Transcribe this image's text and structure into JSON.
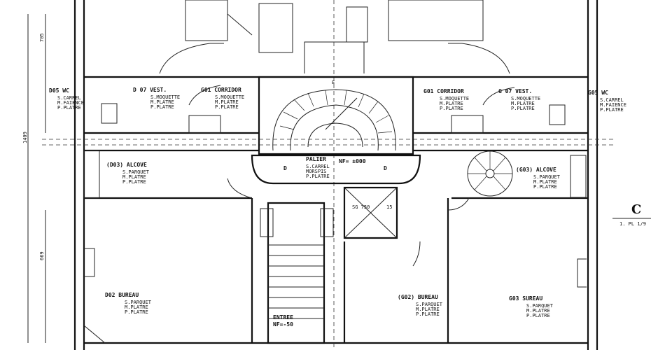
{
  "plan": {
    "rooms": {
      "d05_wc": {
        "title": "D05 WC",
        "lines": [
          "S.CARREL",
          "M.FAIENCE",
          "P.PLATRE"
        ]
      },
      "d07_vest": {
        "title": "D 07  VEST.",
        "lines": [
          "S.MOQUETTE",
          "M.PLATRE",
          "P.PLATRE"
        ]
      },
      "g01_corridor_left": {
        "title": "G01  CORRIDOR",
        "lines": [
          "S.MOQUETTE",
          "M.PLATRE",
          "P.PLATRE"
        ]
      },
      "g01_corridor_right": {
        "title": "G01  CORRIDOR",
        "lines": [
          "S.MOQUETTE",
          "M.PLATRE",
          "P.PLATRE"
        ]
      },
      "g07_vest": {
        "title": "G 07  VEST.",
        "lines": [
          "S.MOQUETTE",
          "M.PLATRE",
          "P.PLATRE"
        ]
      },
      "g05_wc": {
        "title": "G05 WC",
        "lines": [
          "S.CARREL",
          "M.FAIENCE",
          "P.PLATRE"
        ]
      },
      "d03_alcove": {
        "title": "(D03) ALCOVE",
        "lines": [
          "S.PARQUET",
          "M.PLATRE",
          "P.PLATRE"
        ]
      },
      "g03_alcove": {
        "title": "(G03) ALCOVE",
        "lines": [
          "S.PARQUET",
          "M.PLATRE",
          "P.PLATRE"
        ]
      },
      "palier": {
        "title": "PALIER",
        "lines": [
          "S.CARREL",
          "MORSPIS",
          "P.PLATRE"
        ],
        "level": "NF= ±000"
      },
      "d02_bureau": {
        "title": "D02  BUREAU",
        "lines": [
          "S.PARQUET",
          "M.PLATRE",
          "P.PLATRE"
        ]
      },
      "g02_bureau": {
        "title": "(G02) BUREAU",
        "lines": [
          "S.PARQUET",
          "M.PLATRE",
          "P.PLATRE"
        ]
      },
      "g03_bureau": {
        "title": "G03  SUREAU",
        "lines": [
          "S.PARQUET",
          "M.PLATRE",
          "P.PLATRE"
        ]
      },
      "entree": {
        "title": "ENTREE",
        "level": "NF=-50"
      }
    },
    "dimensions": {
      "left_top": "705",
      "left_overall": "1409",
      "left_bottom": "669"
    },
    "marks": {
      "section": "C",
      "section_sub": "1. PL 1/9",
      "lift": "15",
      "lift_id": "SG 750",
      "mark_a": "D",
      "mark_b": "D",
      "top_mark": "E"
    }
  }
}
